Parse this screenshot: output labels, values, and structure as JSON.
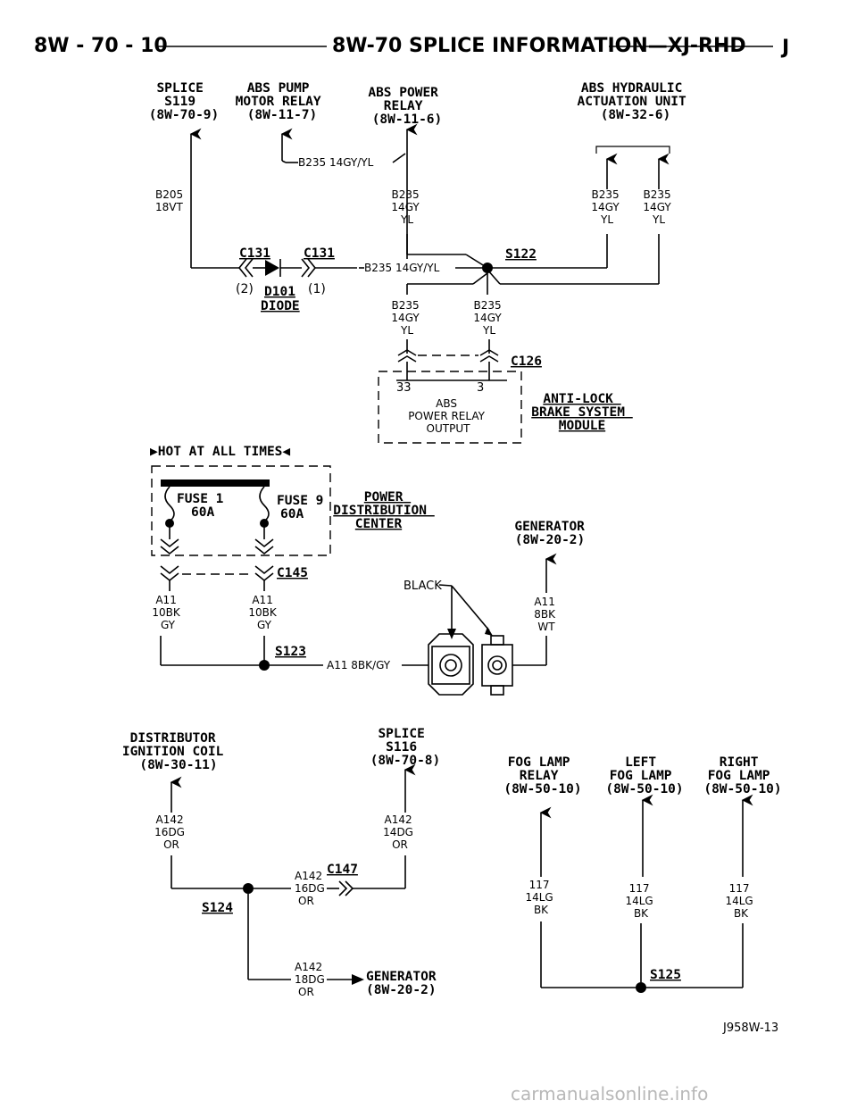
{
  "header": {
    "page_number": "8W - 70 - 10",
    "title": "8W-70 SPLICE INFORMATION—XJ-RHD",
    "letter": "J"
  },
  "labels": {
    "splice_s119": [
      "SPLICE",
      "S119",
      "(8W-70-9)"
    ],
    "abs_pump_relay": [
      "ABS PUMP",
      "MOTOR RELAY",
      "(8W-11-7)"
    ],
    "abs_power_relay": [
      "ABS POWER",
      "RELAY",
      "(8W-11-6)"
    ],
    "abs_hydraulic": [
      "ABS HYDRAULIC",
      "ACTUATION UNIT",
      "(8W-32-6)"
    ],
    "c131_a": "C131",
    "c131_b": "C131",
    "diode_pin2": "(2)",
    "diode_pin1": "(1)",
    "diode_name": [
      "D101",
      "DIODE"
    ],
    "s122": "S122",
    "c126": "C126",
    "abs_output_pin33": "33",
    "abs_output_pin3": "3",
    "abs_output_box": [
      "ABS",
      "POWER RELAY",
      "OUTPUT"
    ],
    "anti_lock_module": [
      "ANTI-LOCK",
      "BRAKE SYSTEM",
      "MODULE"
    ],
    "hot_at_all_times": "▶HOT AT ALL TIMES◀",
    "fuse1": [
      "FUSE 1",
      "60A"
    ],
    "fuse9": [
      "FUSE 9",
      "60A"
    ],
    "power_dist_center": [
      "POWER",
      "DISTRIBUTION",
      "CENTER"
    ],
    "c145": "C145",
    "generator_top": [
      "GENERATOR",
      "(8W-20-2)"
    ],
    "black": "BLACK",
    "s123": "S123",
    "distributor": [
      "DISTRIBUTOR",
      "IGNITION COIL",
      "(8W-30-11)"
    ],
    "splice_s116": [
      "SPLICE",
      "S116",
      "(8W-70-8)"
    ],
    "c147": "C147",
    "s124": "S124",
    "generator_bottom": [
      "GENERATOR",
      "(8W-20-2)"
    ],
    "fog_relay": [
      "FOG LAMP",
      "RELAY",
      "(8W-50-10)"
    ],
    "left_fog": [
      "LEFT",
      "FOG LAMP",
      "(8W-50-10)"
    ],
    "right_fog": [
      "RIGHT",
      "FOG LAMP",
      "(8W-50-10)"
    ],
    "s125": "S125",
    "figure_code": "J958W-13",
    "watermark": "carmanualsonline.info"
  },
  "wires": {
    "b205": [
      "B205",
      "18VT"
    ],
    "b235_gy_yl_top": "B235 14GY/YL",
    "b235_relay": [
      "B235",
      "14GY",
      "YL"
    ],
    "b235_hyd_a": [
      "B235",
      "14GY",
      "YL"
    ],
    "b235_hyd_b": [
      "B235",
      "14GY",
      "YL"
    ],
    "b235_diode": "B235 14GY/YL",
    "b235_c126_a": [
      "B235",
      "14GY",
      "YL"
    ],
    "b235_c126_b": [
      "B235",
      "14GY",
      "YL"
    ],
    "a11_fuse1": [
      "A11",
      "10BK",
      "GY"
    ],
    "a11_fuse9": [
      "A11",
      "10BK",
      "GY"
    ],
    "a11_gen": [
      "A11",
      "8BK",
      "WT"
    ],
    "a11_s123": "A11 8BK/GY",
    "a142_dist": [
      "A142",
      "16DG",
      "OR"
    ],
    "a142_s116": [
      "A142",
      "14DG",
      "OR"
    ],
    "a142_c147": [
      "A142",
      "16DG",
      "OR"
    ],
    "a142_gen": [
      "A142",
      "18DG",
      "OR"
    ],
    "w117_relay": [
      "117",
      "14LG",
      "BK"
    ],
    "w117_left": [
      "117",
      "14LG",
      "BK"
    ],
    "w117_right": [
      "117",
      "14LG",
      "BK"
    ]
  }
}
